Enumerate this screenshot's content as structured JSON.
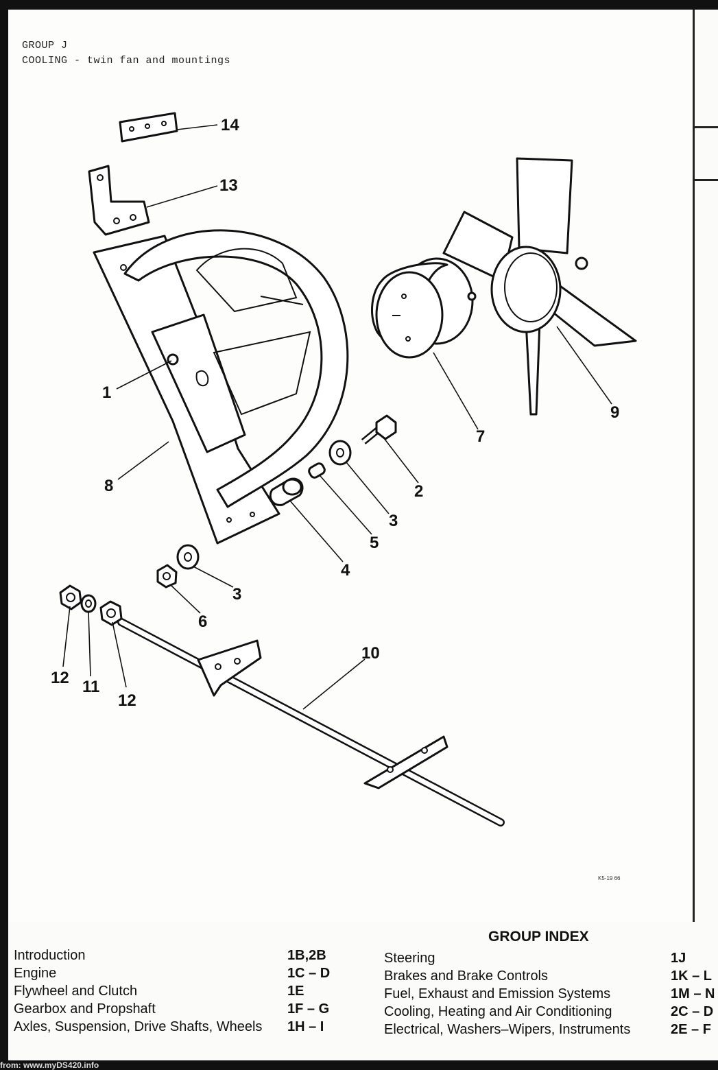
{
  "header": {
    "line1": "GROUP J",
    "line2": "COOLING - twin fan and mountings"
  },
  "callouts": [
    "14",
    "13",
    "1",
    "7",
    "9",
    "2",
    "8",
    "3",
    "5",
    "4",
    "3",
    "6",
    "10",
    "12",
    "11",
    "12"
  ],
  "drawing_code": "K5-19 66",
  "group_index": {
    "title": "GROUP INDEX",
    "left": [
      {
        "label": "Introduction",
        "code": "1B,2B"
      },
      {
        "label": "Engine",
        "code": "1C – D"
      },
      {
        "label": "Flywheel and Clutch",
        "code": "1E"
      },
      {
        "label": "Gearbox and Propshaft",
        "code": "1F – G"
      },
      {
        "label": "Axles, Suspension, Drive Shafts, Wheels",
        "code": "1H – I"
      }
    ],
    "right": [
      {
        "label": "Steering",
        "code": "1J"
      },
      {
        "label": "Brakes and Brake Controls",
        "code": "1K – L"
      },
      {
        "label": "Fuel, Exhaust and Emission Systems",
        "code": "1M – N"
      },
      {
        "label": "Cooling, Heating and Air Conditioning",
        "code": "2C – D"
      },
      {
        "label": "Electrical, Washers–Wipers, Instruments",
        "code": "2E – F"
      }
    ]
  },
  "footer": "from: www.myDS420.info"
}
